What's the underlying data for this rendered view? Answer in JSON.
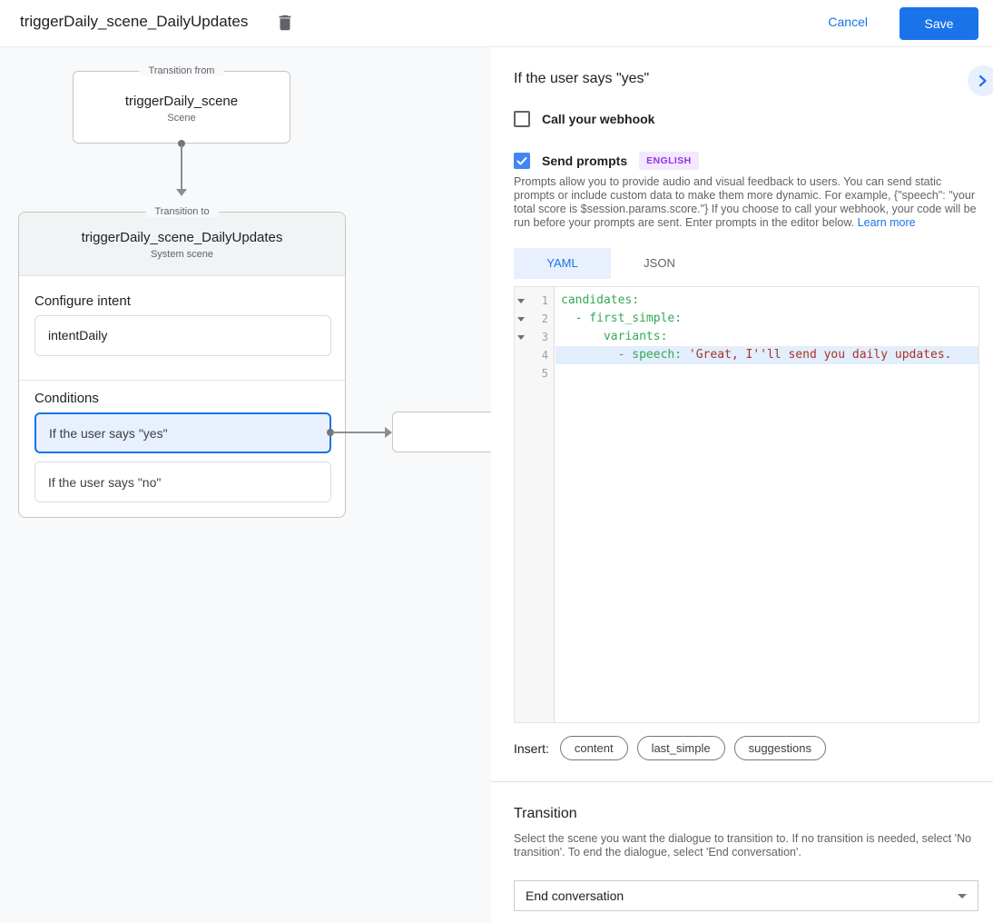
{
  "header": {
    "title": "triggerDaily_scene_DailyUpdates",
    "cancel_label": "Cancel",
    "save_label": "Save"
  },
  "flow": {
    "from_box": {
      "legend": "Transition from",
      "title": "triggerDaily_scene",
      "subtitle": "Scene"
    },
    "to_box": {
      "legend": "Transition to",
      "title": "triggerDaily_scene_DailyUpdates",
      "subtitle": "System scene"
    },
    "configure_intent": {
      "heading": "Configure intent",
      "value": "intentDaily"
    },
    "conditions": {
      "heading": "Conditions",
      "items": [
        {
          "label": "If the user says \"yes\"",
          "selected": true
        },
        {
          "label": "If the user says \"no\"",
          "selected": false
        }
      ]
    }
  },
  "panel": {
    "title": "If the user says \"yes\"",
    "webhook": {
      "label": "Call your webhook",
      "checked": false
    },
    "send_prompts": {
      "label": "Send prompts",
      "checked": true,
      "badge": "ENGLISH"
    },
    "description": "Prompts allow you to provide audio and visual feedback to users. You can send static prompts or include custom data to make them more dynamic. For example, {\"speech\": \"your total score is $session.params.score.\"} If you choose to call your webhook, your code will be run before your prompts are sent. Enter prompts in the editor below. ",
    "learn_more": "Learn more",
    "tabs": [
      {
        "label": "YAML",
        "active": true
      },
      {
        "label": "JSON",
        "active": false
      }
    ],
    "editor": {
      "lines": [
        {
          "number": "1",
          "fold": true,
          "highlighted": false,
          "segments": [
            {
              "text": "candidates:",
              "token": "key"
            }
          ]
        },
        {
          "number": "2",
          "fold": true,
          "highlighted": false,
          "segments": [
            {
              "text": "  - first_simple:",
              "token": "key"
            }
          ]
        },
        {
          "number": "3",
          "fold": true,
          "highlighted": false,
          "segments": [
            {
              "text": "      variants:",
              "token": "key"
            }
          ]
        },
        {
          "number": "4",
          "fold": false,
          "highlighted": true,
          "segments": [
            {
              "text": "        - speech: ",
              "token": "key"
            },
            {
              "text": "'Great, I''ll send you daily updates.",
              "token": "string"
            }
          ]
        },
        {
          "number": "5",
          "fold": false,
          "highlighted": false,
          "segments": []
        }
      ]
    },
    "insert": {
      "label": "Insert:",
      "chips": [
        "content",
        "last_simple",
        "suggestions"
      ]
    },
    "transition": {
      "heading": "Transition",
      "description": "Select the scene you want the dialogue to transition to. If no transition is needed, select 'No transition'. To end the dialogue, select 'End conversation'.",
      "dropdown_value": "End conversation"
    }
  },
  "colors": {
    "accent_blue": "#1a73e8",
    "checkbox_checked": "#4285f4",
    "selected_condition_bg": "#e8f0fe",
    "badge_bg": "#f3e8fd",
    "badge_text": "#9334e6",
    "code_key_green": "#34a853",
    "code_string_red": "#a93226",
    "highlight_line_bg": "#e3eefd",
    "panel_bg": "#f8f9fa"
  }
}
